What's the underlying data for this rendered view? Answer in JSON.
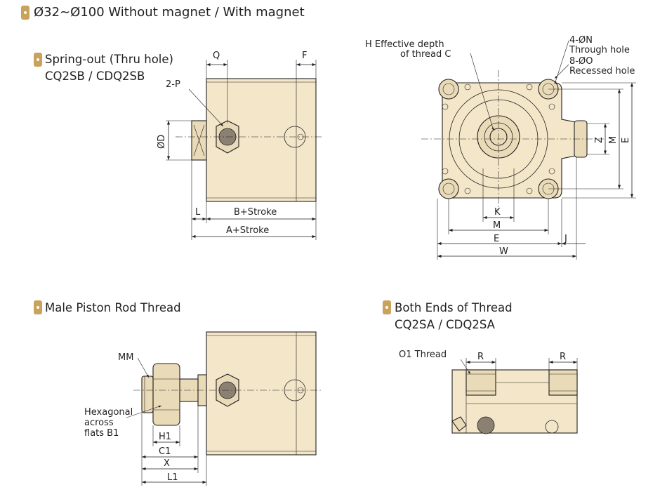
{
  "title": "Ø32~Ø100 Without magnet / With magnet",
  "sections": {
    "spring_out": {
      "heading": "Spring-out (Thru hole)",
      "models": "CQ2SB / CDQ2SB"
    },
    "male_rod": {
      "heading": "Male Piston Rod Thread"
    },
    "both_ends": {
      "heading": "Both Ends of Thread",
      "models": "CQ2SA / CDQ2SA"
    }
  },
  "labels": {
    "q": "Q",
    "f": "F",
    "two_p": "2-P",
    "d": "ØD",
    "l": "L",
    "b_stroke": "B+Stroke",
    "a_stroke": "A+Stroke",
    "h_line1": "H Effective depth",
    "h_line2": "of thread C",
    "n_line1": "4-ØN",
    "n_line2": "Through hole",
    "o_line1": "8-ØO",
    "o_line2": "Recessed hole",
    "z": "Z",
    "m": "M",
    "e": "E",
    "k": "K",
    "j": "J",
    "w": "W",
    "mm": "MM",
    "hex1": "Hexagonal",
    "hex2": "across",
    "hex3": "flats B1",
    "h1": "H1",
    "c1": "C1",
    "x": "X",
    "l1": "L1",
    "o1_thread": "O1 Thread",
    "r": "R"
  },
  "colors": {
    "body_fill": "#f3e6c9",
    "accent": "#c9a25b",
    "line": "#231f20"
  }
}
